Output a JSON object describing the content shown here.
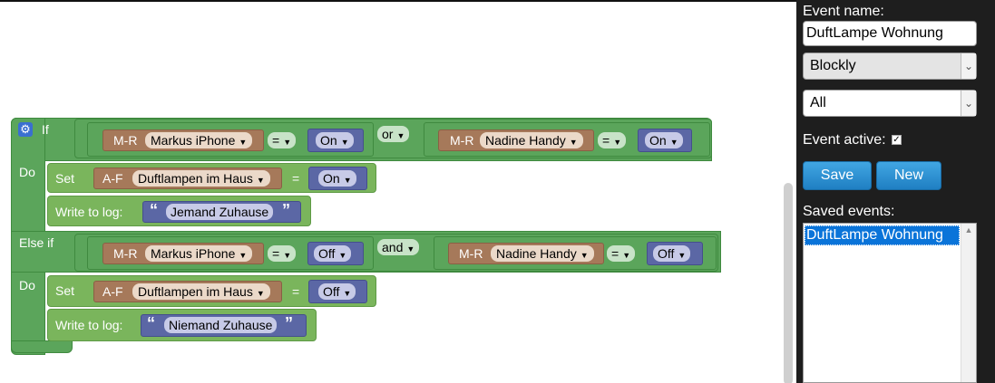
{
  "script": {
    "if_label": "If",
    "do_label": "Do",
    "elseif_label": "Else if",
    "set_label": "Set",
    "write_log_label": "Write to log:",
    "eq": "=",
    "or_label": "or",
    "and_label": "and",
    "if_cond1": {
      "type": "M-R",
      "device": "Markus iPhone",
      "value": "On"
    },
    "if_cond2": {
      "type": "M-R",
      "device": "Nadine Handy",
      "value": "On"
    },
    "if_set": {
      "type": "A-F",
      "device": "Duftlampen im Haus",
      "value": "On"
    },
    "if_log": "Jemand Zuhause",
    "elseif_cond1": {
      "type": "M-R",
      "device": "Markus iPhone",
      "value": "Off"
    },
    "elseif_cond2": {
      "type": "M-R",
      "device": "Nadine Handy",
      "value": "Off"
    },
    "elseif_set": {
      "type": "A-F",
      "device": "Duftlampen im Haus",
      "value": "Off"
    },
    "elseif_log": "Niemand Zuhause"
  },
  "panel": {
    "event_name_label": "Event name:",
    "event_name_value": "DuftLampe Wohnung",
    "type_select": "Blockly",
    "filter_select": "All",
    "event_active_label": "Event active:",
    "save_label": "Save",
    "new_label": "New",
    "saved_events_label": "Saved events:",
    "saved_events": [
      "DuftLampe Wohnung"
    ]
  },
  "icons": {
    "settings": "gear-icon",
    "dropdown": "chevron-down-icon",
    "checkbox": "check-icon"
  }
}
